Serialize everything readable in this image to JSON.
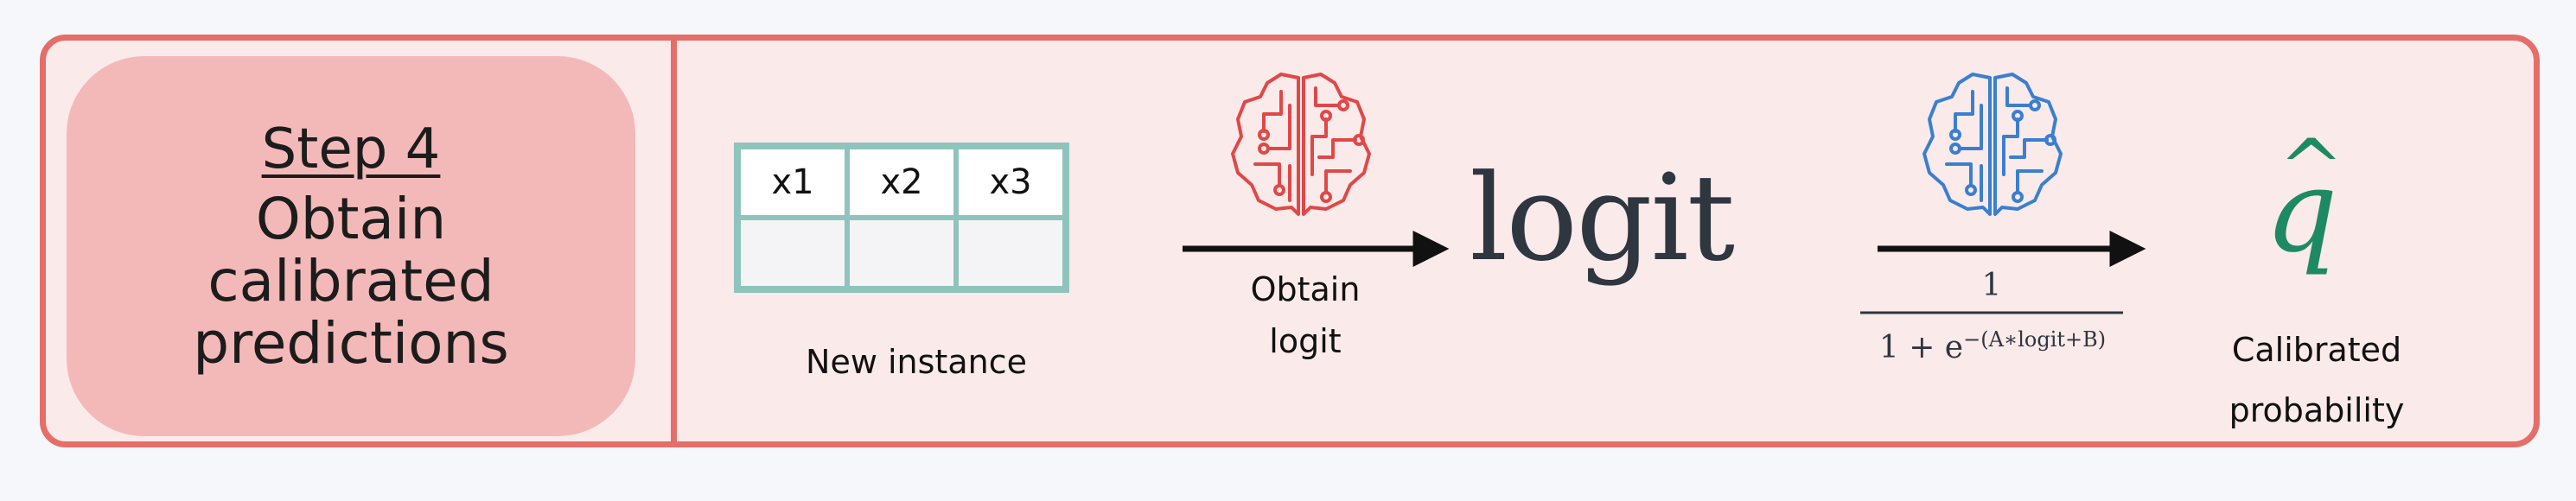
{
  "step": {
    "title": "Step 4",
    "lines": [
      "Obtain",
      "calibrated",
      "predictions"
    ]
  },
  "table": {
    "headers": [
      "x1",
      "x2",
      "x3"
    ],
    "caption": "New instance"
  },
  "arrow1": {
    "label_line1": "Obtain",
    "label_line2": "logit"
  },
  "logit_text": "logit",
  "sigmoid": {
    "numerator": "1",
    "denominator_base": "1 + e",
    "exponent": "−(A∗logit+B)"
  },
  "output": {
    "symbol": "q",
    "hat": "^",
    "caption_line1": "Calibrated",
    "caption_line2": "probability"
  },
  "colors": {
    "border": "#e56e69",
    "panel_bg": "#fbeaea",
    "step_box": "#f3b9b8",
    "table_border": "#8fc4bd",
    "brain_red": "#e04848",
    "brain_blue": "#3a7fd0",
    "q_green": "#1e8a63"
  },
  "icons": [
    "brain-circuit-red-icon",
    "brain-circuit-blue-icon",
    "arrow-right-icon"
  ]
}
